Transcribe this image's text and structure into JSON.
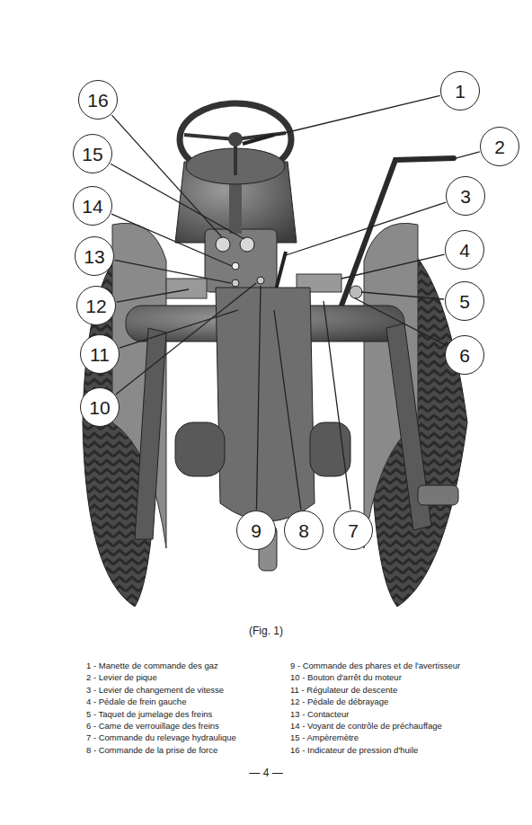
{
  "diagram": {
    "caption": "(Fig. 1)",
    "nodes": [
      {
        "text": [
          "16"
        ]
      },
      {
        "text": [
          "1"
        ]
      },
      {
        "text": [
          "15"
        ]
      },
      {
        "text": [
          "2"
        ]
      },
      {
        "text": [
          "3"
        ]
      },
      {
        "text": [
          "14"
        ]
      },
      {
        "text": [
          "4"
        ]
      },
      {
        "text": [
          "13"
        ]
      },
      {
        "text": [
          "12"
        ]
      },
      {
        "text": [
          "5"
        ]
      },
      {
        "text": [
          "11"
        ]
      },
      {
        "text": [
          "6"
        ]
      },
      {
        "text": [
          "10"
        ]
      },
      {
        "text": [
          "9"
        ]
      },
      {
        "text": [
          "8"
        ]
      },
      {
        "text": [
          "7"
        ]
      }
    ],
    "edges": [],
    "labels": [
      "1 - Manette de commande des gaz",
      "2 - Levier de pique",
      "3 - Levier de changement de vitesse",
      "4 - Pédale de frein gauche",
      "5 - Taquet de jumelage des freins",
      "6 - Came de verrouillage des freins",
      "7 - Commande du relevage hydraulique",
      "8 - Commande de la prise de force",
      "9 - Commande des phares et de l'avertisseur",
      "10 - Bouton d'arrêt du moteur",
      "11 - Régulateur de descente",
      "12 - Pédale de débrayage",
      "13 - Contacteur",
      "14 - Voyant de contrôle de préchauffage",
      "15 - Ampèremètre",
      "16 - Indicateur de pression d'huile",
      "— 4 —"
    ]
  }
}
